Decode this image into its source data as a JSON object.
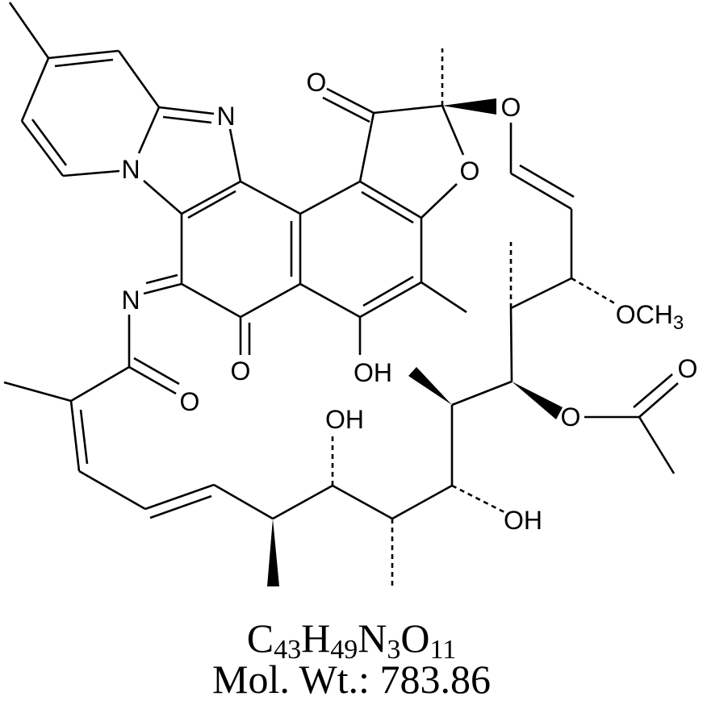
{
  "compound": {
    "name_hint": "",
    "formula": {
      "parts": [
        {
          "el": "C",
          "n": "43"
        },
        {
          "el": "H",
          "n": "49"
        },
        {
          "el": "N",
          "n": "3"
        },
        {
          "el": "O",
          "n": "11"
        }
      ]
    },
    "mol_wt_label": "Mol. Wt.: 783.86"
  },
  "atom_labels": {
    "n_imidazole": "N",
    "n_bridgehead": "N",
    "n_imine": "N",
    "o_ketone_furanone": "O",
    "o_ether_spiro": "O",
    "o_furan_ring": "O",
    "o_quinone": "O",
    "o_amide": "O",
    "oh_phenol": "OH",
    "och3": "OCH",
    "och3_sub": "3",
    "o_acetyl_ester": "O",
    "o_acetyl_carbonyl": "O",
    "oh_chain_left": "OH",
    "oh_chain_right": "OH"
  },
  "colors": {
    "ink": "#000000",
    "background": "#ffffff"
  }
}
